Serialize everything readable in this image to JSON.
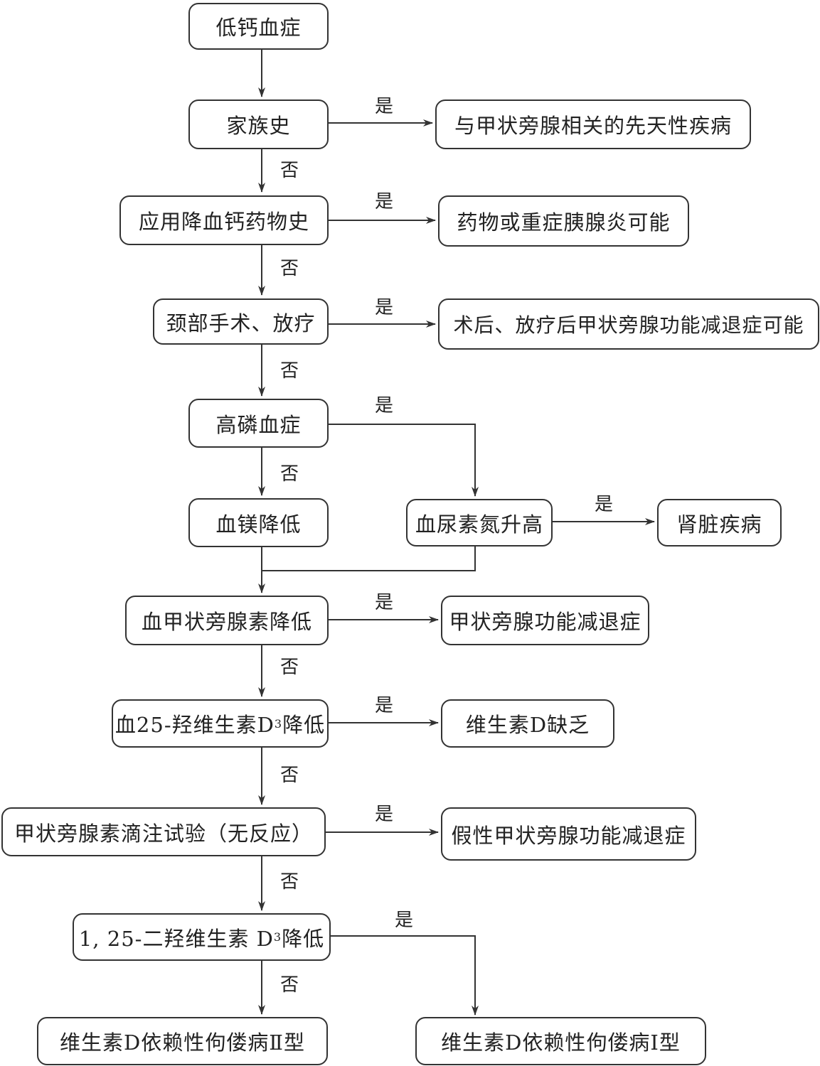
{
  "nodes": {
    "hypocalcemia": "低钙血症",
    "family_history": "家族史",
    "congenital": "与甲状旁腺相关的先天性疾病",
    "drug_history": "应用降血钙药物史",
    "drug_or_pancreatitis": "药物或重症胰腺炎可能",
    "neck_surgery": "颈部手术、放疗",
    "postop_hypopara": "术后、放疗后甲状旁腺功能减退症可能",
    "hyperphosphatemia": "高磷血症",
    "low_magnesium": "血镁降低",
    "high_bun": "血尿素氮升高",
    "kidney_disease": "肾脏疾病",
    "low_pth": "血甲状旁腺素降低",
    "hypoparathyroidism": "甲状旁腺功能减退症",
    "low_25ohd3_prefix": "血25-羟维生素D",
    "low_25ohd3_sub": "3",
    "low_25ohd3_suffix": "降低",
    "vitd_deficiency": "维生素D缺乏",
    "pth_infusion_test": "甲状旁腺素滴注试验（无反应）",
    "pseudo_hypopara": "假性甲状旁腺功能减退症",
    "low_1_25_prefix": "1, 25-二羟维生素 D",
    "low_1_25_sub": "3",
    "low_1_25_suffix": " 降低",
    "vddr_type2": "维生素D依赖性佝偻病Ⅱ型",
    "vddr_type1": "维生素D依赖性佝偻病Ⅰ型"
  },
  "edge_labels": {
    "yes": "是",
    "no": "否"
  },
  "colors": {
    "line": "#333333",
    "text": "#222222"
  }
}
